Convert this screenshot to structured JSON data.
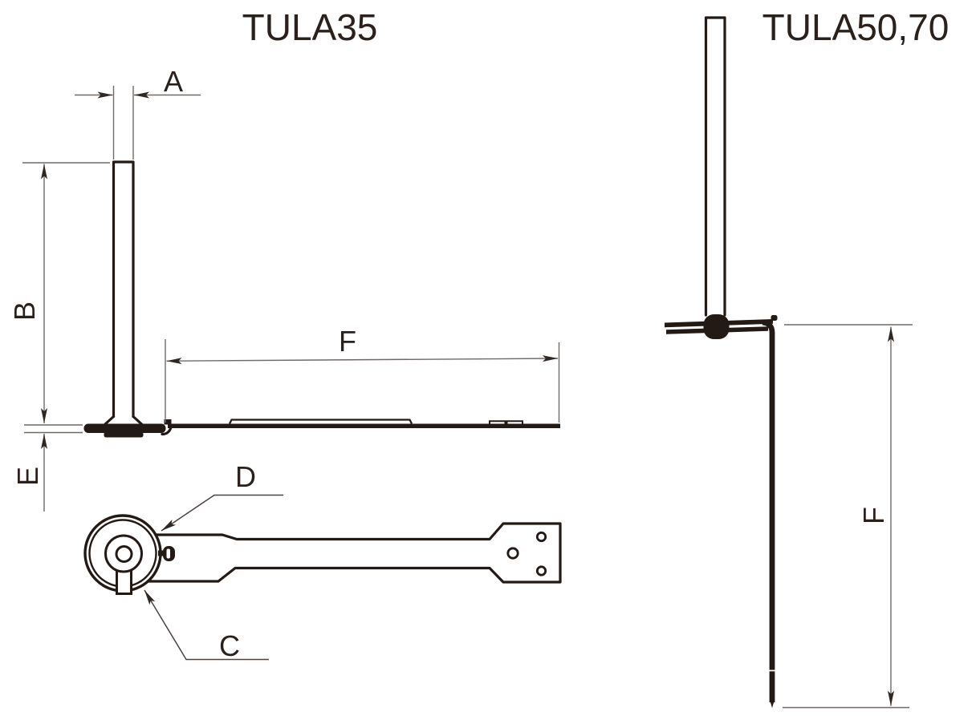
{
  "diagram": {
    "type": "technical-dimension-drawing",
    "left_view_title": "TULA35",
    "right_view_title": "TULA50,70",
    "dimension_labels": {
      "A": "A",
      "B": "B",
      "C": "C",
      "D": "D",
      "E": "E",
      "F_side": "F",
      "F_right": "F"
    },
    "views": {
      "tula35_side": "vertical rod with flared foot on long mounting plate, dimensions A (rod width), B (rod height), E (foot plate thickness), F (plate length)",
      "tula35_top": "keyhole round head with slotted screw clip, tapered arm and 3-hole end bracket, leaders D (head) and C (keyhole tab)",
      "tula50_70_side": "vertical rod with collar flange and long vertical blade, dimension F (blade length)"
    }
  },
  "colors": {
    "background": "#ffffff",
    "outline": "#231a15",
    "dimension_line": "#6f6a66",
    "leader_line": "#4a423d",
    "arrow": "#2e2723",
    "text": "#2a211c"
  }
}
